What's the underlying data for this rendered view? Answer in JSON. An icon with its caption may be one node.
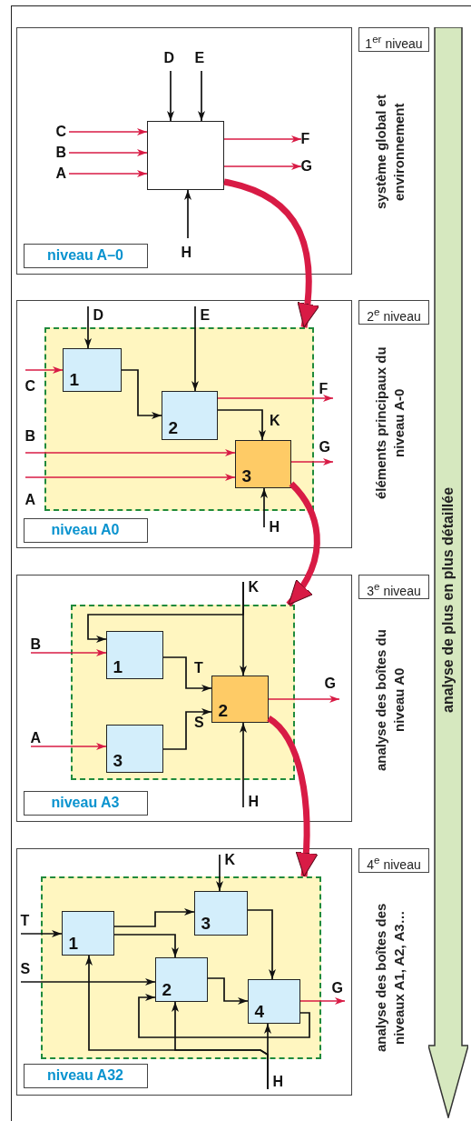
{
  "diagram": {
    "nodes": [
      {
        "text": [],
        "shape": "box"
      },
      {
        "text": [
          "1$^{er}$ niveau"
        ]
      },
      {
        "text": [
          "niveau A–0"
        ],
        "in": 0
      },
      {
        "text": [],
        "shape": "box",
        "in": 0
      },
      {
        "text": [
          "D"
        ],
        "in": 0
      },
      {
        "text": [
          "E"
        ],
        "in": 0
      },
      {
        "text": [
          "C"
        ],
        "in": 0
      },
      {
        "text": [
          "B"
        ],
        "in": 0
      },
      {
        "text": [
          "A"
        ],
        "in": 0
      },
      {
        "text": [
          "F"
        ],
        "in": 0
      },
      {
        "text": [
          "G"
        ],
        "in": 0
      },
      {
        "text": [
          "H"
        ],
        "in": 0
      },
      {
        "text": [],
        "shape": "box"
      },
      {
        "text": [
          "2$^{e}$ niveau"
        ]
      },
      {
        "text": [
          "niveau A0"
        ],
        "in": 12
      },
      {
        "text": [],
        "shape": "box",
        "in": 12
      },
      {
        "text": [
          "1"
        ],
        "in": 15
      },
      {
        "text": [
          "2"
        ],
        "in": 15
      },
      {
        "text": [
          "3"
        ],
        "in": 15
      },
      {
        "text": [
          "D"
        ],
        "in": 12
      },
      {
        "text": [
          "E"
        ],
        "in": 12
      },
      {
        "text": [
          "C"
        ],
        "in": 12
      },
      {
        "text": [
          "B"
        ],
        "in": 12
      },
      {
        "text": [
          "A"
        ],
        "in": 12
      },
      {
        "text": [
          "F"
        ],
        "in": 12
      },
      {
        "text": [
          "G"
        ],
        "in": 12
      },
      {
        "text": [
          "H"
        ],
        "in": 12
      },
      {
        "text": [],
        "shape": "box"
      },
      {
        "text": [
          "3$^{e}$ niveau"
        ]
      },
      {
        "text": [
          "niveau A3"
        ],
        "in": 27
      },
      {
        "text": [],
        "shape": "box",
        "in": 27
      },
      {
        "text": [
          "1"
        ],
        "in": 30
      },
      {
        "text": [
          "2"
        ],
        "in": 30
      },
      {
        "text": [
          "3"
        ],
        "in": 30
      },
      {
        "text": [
          "K"
        ],
        "in": 27
      },
      {
        "text": [
          "B"
        ],
        "in": 27
      },
      {
        "text": [
          "A"
        ],
        "in": 27
      },
      {
        "text": [
          "G"
        ],
        "in": 27
      },
      {
        "text": [
          "H"
        ],
        "in": 27
      },
      {
        "text": [],
        "shape": "box"
      },
      {
        "text": [
          "4$^{e}$ niveau"
        ]
      },
      {
        "text": [
          "niveau A32"
        ],
        "in": 39
      },
      {
        "text": [],
        "shape": "box",
        "in": 39
      },
      {
        "text": [
          "1"
        ],
        "in": 42
      },
      {
        "text": [
          "2"
        ],
        "in": 42
      },
      {
        "text": [
          "3"
        ],
        "in": 42
      },
      {
        "text": [
          "4"
        ],
        "in": 42
      },
      {
        "text": [
          "T"
        ],
        "in": 39
      },
      {
        "text": [
          "S"
        ],
        "in": 39
      },
      {
        "text": [
          "K"
        ],
        "in": 39
      },
      {
        "text": [
          "G"
        ],
        "in": 39
      },
      {
        "text": [
          "H"
        ],
        "in": 39
      },
      {
        "text": [
          "analyse de plus en plus détaillée"
        ]
      }
    ],
    "edges": [
      {
        "from": 4,
        "to": 3,
        "arrow": "to"
      },
      {
        "from": 5,
        "to": 3,
        "arrow": "to"
      },
      {
        "from": 6,
        "to": 3,
        "arrow": "to",
        "color": "#d81b45"
      },
      {
        "from": 7,
        "to": 3,
        "arrow": "to",
        "color": "#d81b45"
      },
      {
        "from": 8,
        "to": 3,
        "arrow": "to",
        "color": "#d81b45"
      },
      {
        "from": 3,
        "to": 9,
        "arrow": "to",
        "color": "#d81b45"
      },
      {
        "from": 3,
        "to": 10,
        "arrow": "to",
        "color": "#d81b45"
      },
      {
        "from": 11,
        "to": 3,
        "arrow": "to"
      },
      {
        "from": 3,
        "to": 15,
        "arrow": "to",
        "style": "thick",
        "color": "#d81b45"
      },
      {
        "from": 19,
        "to": 16,
        "arrow": "to"
      },
      {
        "from": 21,
        "to": 16,
        "arrow": "to",
        "color": "#d81b45"
      },
      {
        "from": 16,
        "to": 17,
        "arrow": "to"
      },
      {
        "from": 20,
        "to": 17,
        "arrow": "to"
      },
      {
        "from": 17,
        "to": 24,
        "arrow": "to",
        "color": "#d81b45"
      },
      {
        "from": 17,
        "to": 18,
        "arrow": "to",
        "label": "K"
      },
      {
        "from": 22,
        "to": 18,
        "arrow": "to",
        "color": "#d81b45"
      },
      {
        "from": 23,
        "to": 18,
        "arrow": "to",
        "color": "#d81b45"
      },
      {
        "from": 18,
        "to": 25,
        "arrow": "to",
        "color": "#d81b45"
      },
      {
        "from": 26,
        "to": 18,
        "arrow": "to"
      },
      {
        "from": 18,
        "to": 30,
        "arrow": "to",
        "style": "thick",
        "color": "#d81b45"
      },
      {
        "from": 34,
        "to": 32,
        "arrow": "to"
      },
      {
        "from": 34,
        "to": 31,
        "arrow": "to"
      },
      {
        "from": 35,
        "to": 31,
        "arrow": "to",
        "color": "#d81b45"
      },
      {
        "from": 36,
        "to": 33,
        "arrow": "to",
        "color": "#d81b45"
      },
      {
        "from": 31,
        "to": 32,
        "arrow": "to",
        "label": "T"
      },
      {
        "from": 33,
        "to": 32,
        "arrow": "to",
        "label": "S"
      },
      {
        "from": 32,
        "to": 37,
        "arrow": "to",
        "color": "#d81b45"
      },
      {
        "from": 38,
        "to": 32,
        "arrow": "to"
      },
      {
        "from": 32,
        "to": 42,
        "arrow": "to",
        "style": "thick",
        "color": "#d81b45"
      },
      {
        "from": 47,
        "to": 43,
        "arrow": "to"
      },
      {
        "from": 48,
        "to": 44,
        "arrow": "to"
      },
      {
        "from": 49,
        "to": 45,
        "arrow": "to"
      },
      {
        "from": 43,
        "to": 45,
        "arrow": "to"
      },
      {
        "from": 43,
        "to": 44,
        "arrow": "to"
      },
      {
        "from": 45,
        "to": 46,
        "arrow": "to"
      },
      {
        "from": 44,
        "to": 46,
        "arrow": "to"
      },
      {
        "from": 46,
        "to": 50,
        "arrow": "to",
        "color": "#d81b45"
      },
      {
        "from": 46,
        "to": 44,
        "arrow": "to"
      },
      {
        "from": 51,
        "to": 46,
        "arrow": "to"
      },
      {
        "from": 51,
        "to": 44,
        "arrow": "to"
      },
      {
        "from": 51,
        "to": 43,
        "arrow": "to"
      }
    ],
    "labels": [
      "système global et environnement",
      "éléments principaux du niveau A-0",
      "analyse des boîtes du niveau A0",
      "analyse des boîtes des niveaux A1, A2, A3…"
    ]
  }
}
